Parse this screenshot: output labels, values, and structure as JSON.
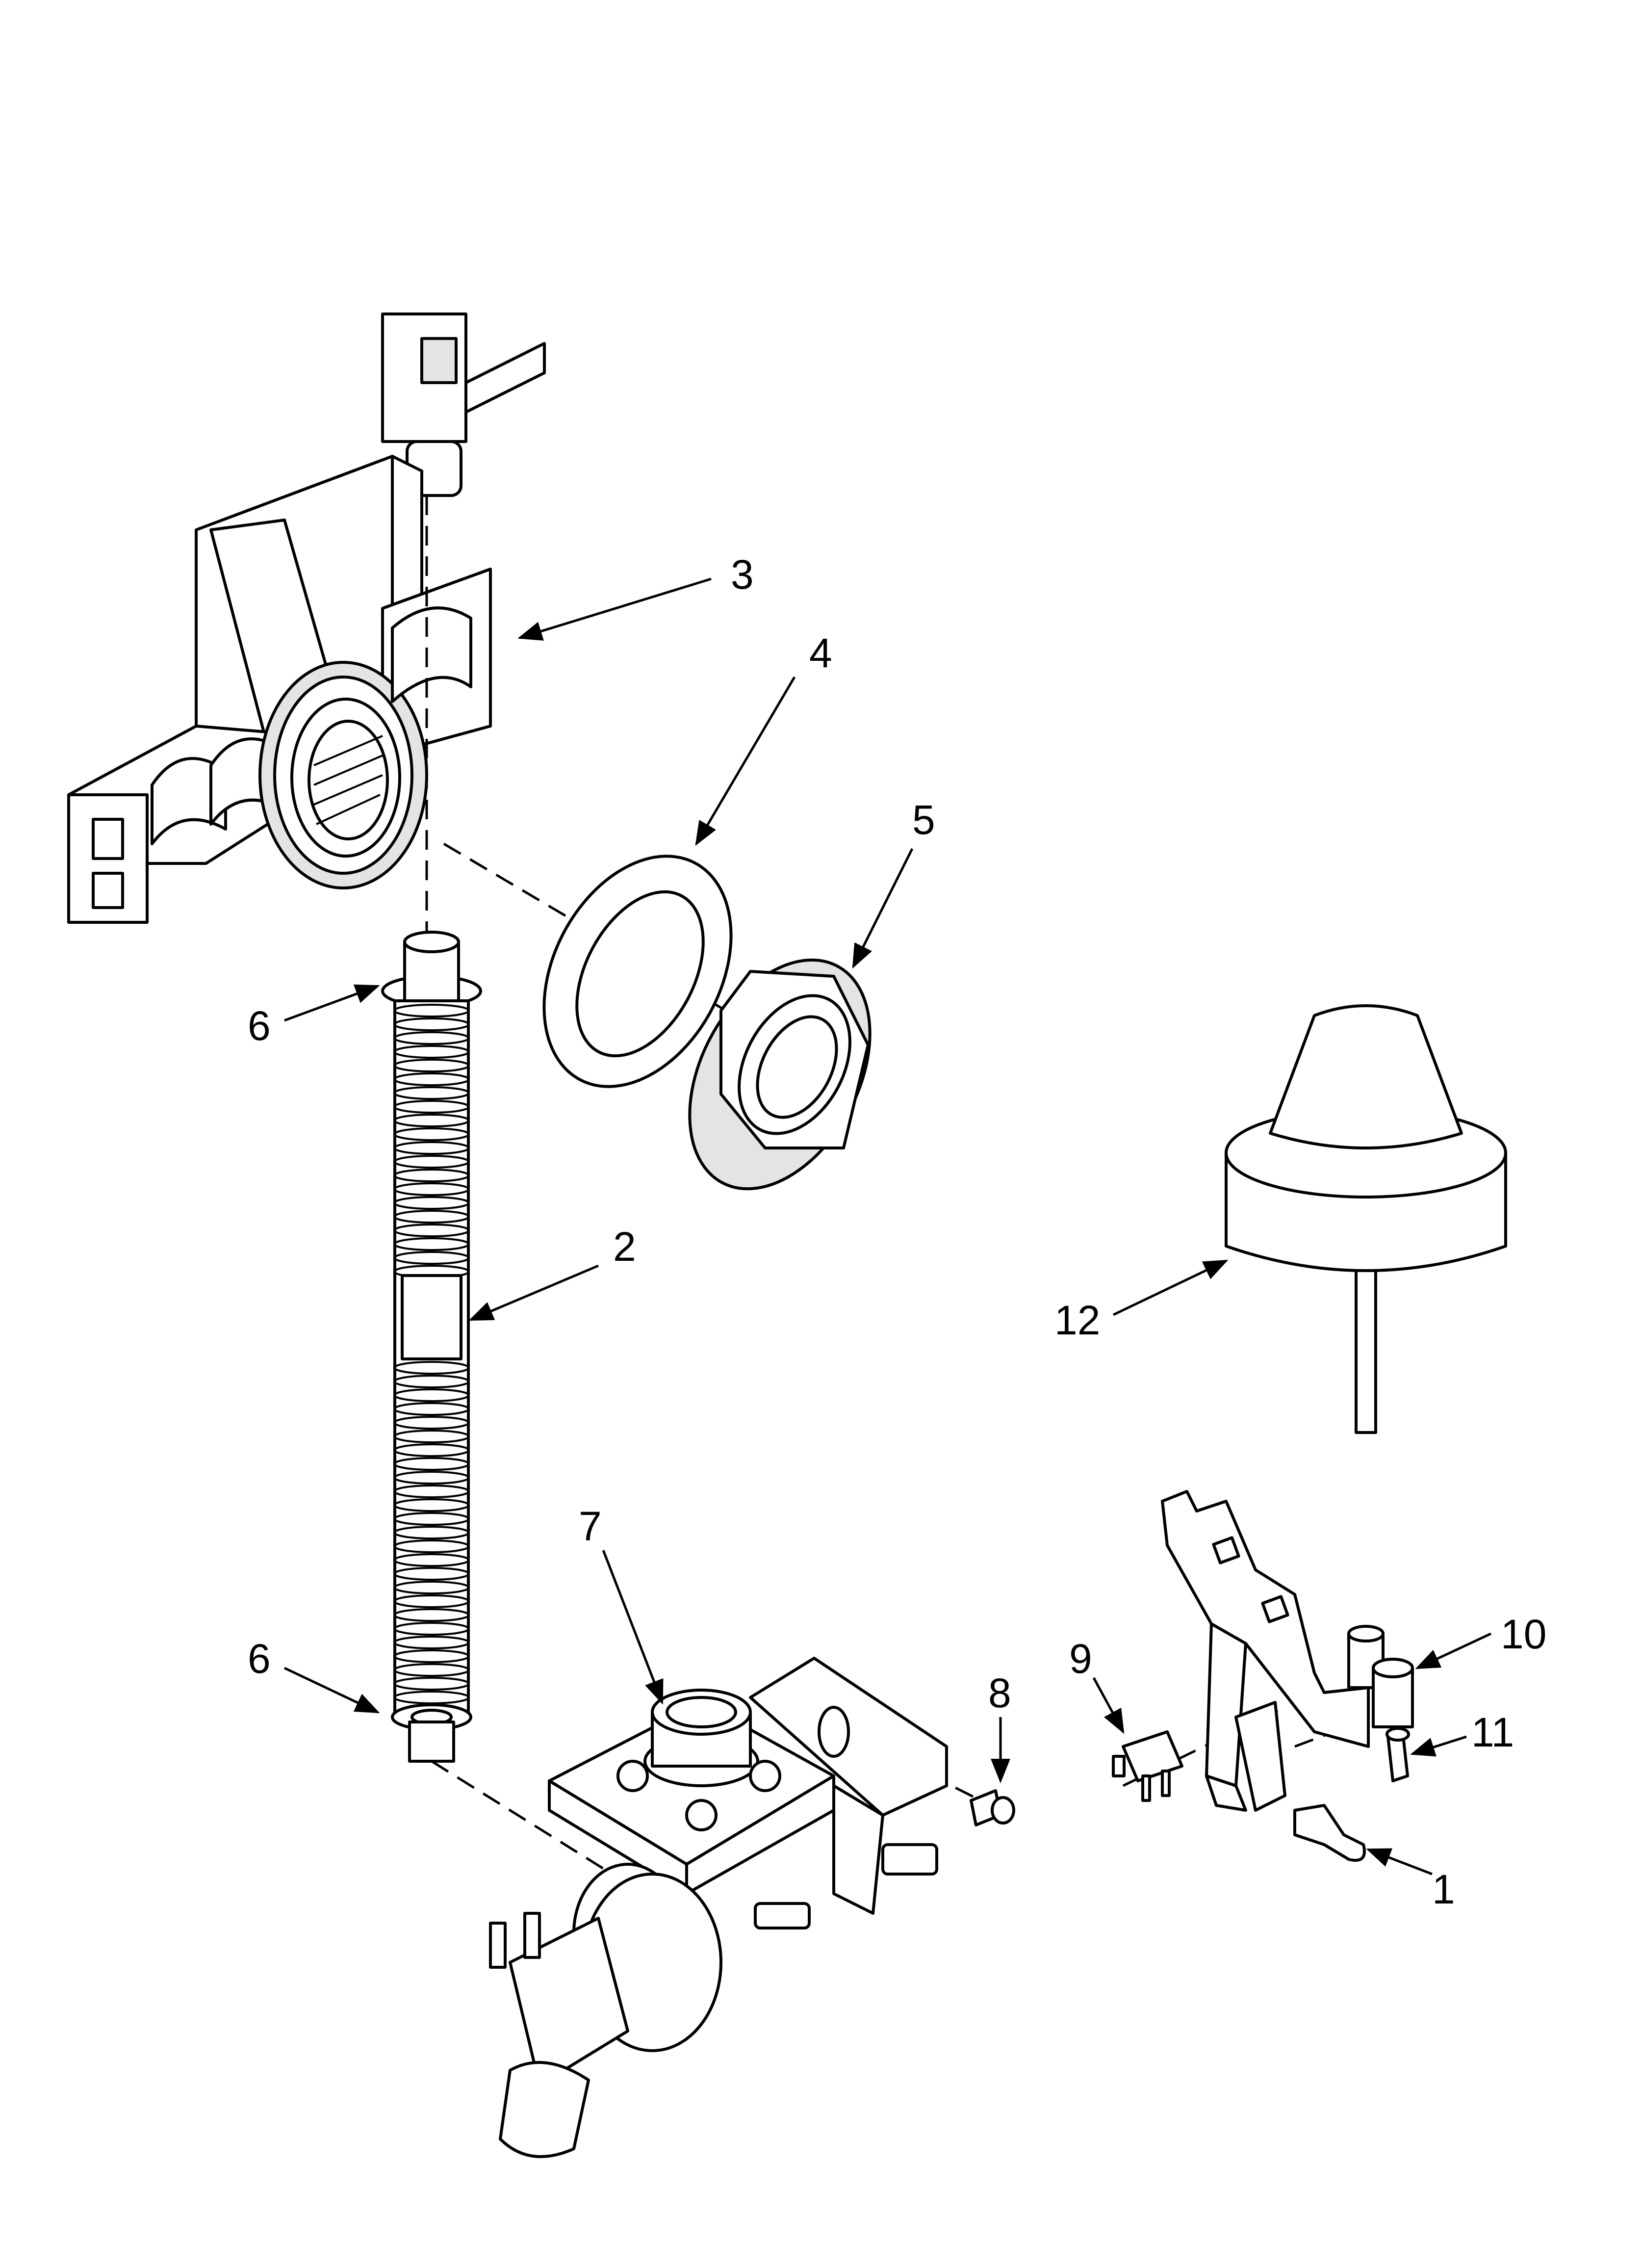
{
  "callouts": [
    {
      "id": "3",
      "label": "3"
    },
    {
      "id": "4",
      "label": "4"
    },
    {
      "id": "5",
      "label": "5"
    },
    {
      "id": "6a",
      "label": "6"
    },
    {
      "id": "2",
      "label": "2"
    },
    {
      "id": "12",
      "label": "12"
    },
    {
      "id": "7",
      "label": "7"
    },
    {
      "id": "9",
      "label": "9"
    },
    {
      "id": "10",
      "label": "10"
    },
    {
      "id": "8",
      "label": "8"
    },
    {
      "id": "6b",
      "label": "6"
    },
    {
      "id": "11",
      "label": "11"
    },
    {
      "id": "1",
      "label": "1"
    }
  ],
  "colors": {
    "ink": "#000000",
    "fill": "#ffffff",
    "shade": "#e4e4e4"
  }
}
